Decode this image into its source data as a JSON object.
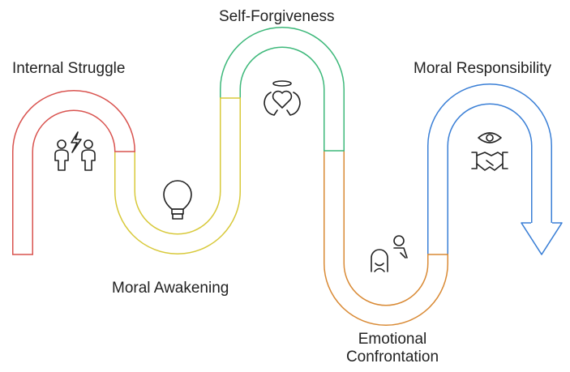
{
  "stages": [
    {
      "id": "internal-struggle",
      "label": "Internal Struggle",
      "color": "#d9534f",
      "icon": "conflict-people-icon"
    },
    {
      "id": "moral-awakening",
      "label": "Moral Awakening",
      "color": "#d8c93a",
      "icon": "lightbulb-icon"
    },
    {
      "id": "self-forgiveness",
      "label": "Self-Forgiveness",
      "color": "#3db87a",
      "icon": "winged-heart-icon"
    },
    {
      "id": "emotional-confrontation",
      "label_lines": [
        "Emotional",
        "Confrontation"
      ],
      "color": "#d98a35",
      "icon": "face-to-face-icon"
    },
    {
      "id": "moral-responsibility",
      "label": "Moral Responsibility",
      "color": "#3a7fd6",
      "icon": "eye-handshake-icon"
    }
  ]
}
